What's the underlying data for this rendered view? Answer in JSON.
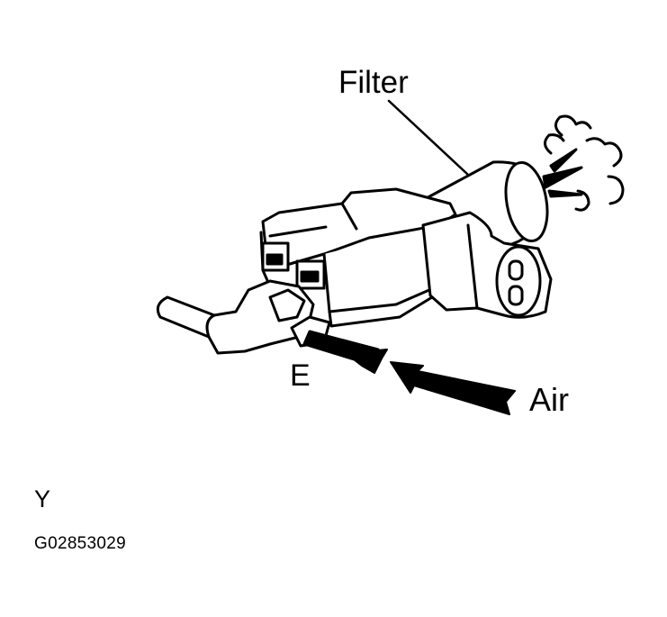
{
  "labels": {
    "filter": "Filter",
    "air": "Air",
    "port_e": "E",
    "ref_letter": "Y",
    "figure_code": "G02853029"
  },
  "colors": {
    "ink": "#000000",
    "paper": "#ffffff"
  }
}
